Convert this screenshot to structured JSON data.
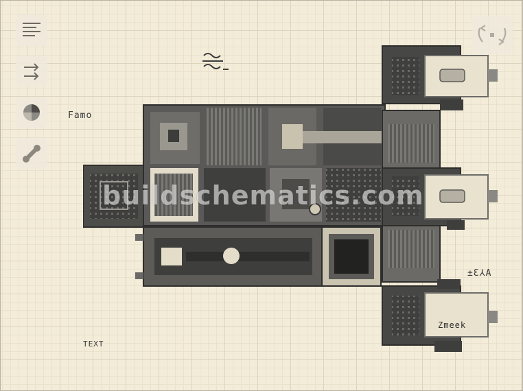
{
  "labels": {
    "left_mid": "Famo",
    "right_mid": "±Ɛ⅄A",
    "bottom_left": "TEXT",
    "module_bottom": "Zmeek"
  },
  "watermark": "buildschematics.com",
  "icons": {
    "toolbar": [
      "list-icon",
      "arrows-right-icon",
      "color-palette-icon",
      "wrench-icon"
    ],
    "corner": "recenter-icon",
    "glyph": "wave-symbol-icon"
  },
  "colors": {
    "background": "#f3ecd9",
    "grid": "#ddd4c0",
    "block_dark": "#4a4a48",
    "block_mid": "#6d6c68",
    "block_light": "#cfc7b3",
    "accent_pale": "#e9e2cf"
  }
}
